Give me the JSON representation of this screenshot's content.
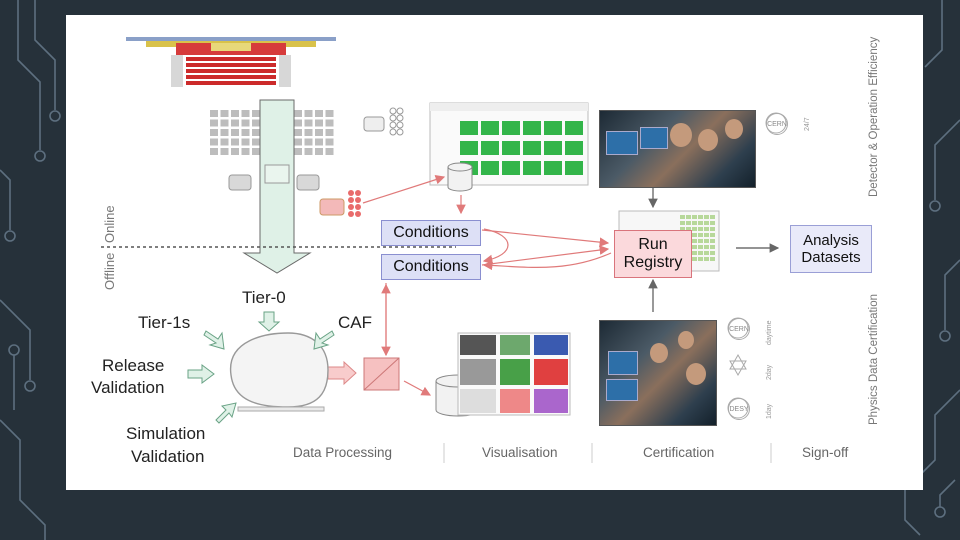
{
  "diagram": {
    "online_label": "Online",
    "offline_label": "Offline",
    "conditions_top": "Conditions",
    "conditions_bottom": "Conditions",
    "run_registry": "Run Registry",
    "run_registry_line1": "Run",
    "run_registry_line2": "Registry",
    "analysis_line1": "Analysis",
    "analysis_line2": "Datasets",
    "tier0": "Tier-0",
    "tier1s": "Tier-1s",
    "caf": "CAF",
    "release_line1": "Release",
    "release_line2": "Validation",
    "simulation_line1": "Simulation",
    "simulation_line2": "Validation",
    "side_top": "Detector & Operation Efficiency",
    "side_bottom": "Physics Data Certification",
    "shift_247": "24/7",
    "daytime": "daytime",
    "twoday": "2day",
    "oneday": "1day",
    "logo_cern": "CERN",
    "logo_desy": "DESY",
    "stages": [
      "Data Processing",
      "Visualisation",
      "Certification",
      "Sign-off"
    ]
  },
  "colors": {
    "background": "#26313a",
    "slide": "#ffffff",
    "conditions_fill": "#dde0f6",
    "run_registry_fill": "#fbd9dc",
    "analysis_fill": "#e9eaf9",
    "arrow_red": "#e07a7a",
    "arrow_green": "#8bc3a6",
    "histogram_green": "#33b54a"
  }
}
